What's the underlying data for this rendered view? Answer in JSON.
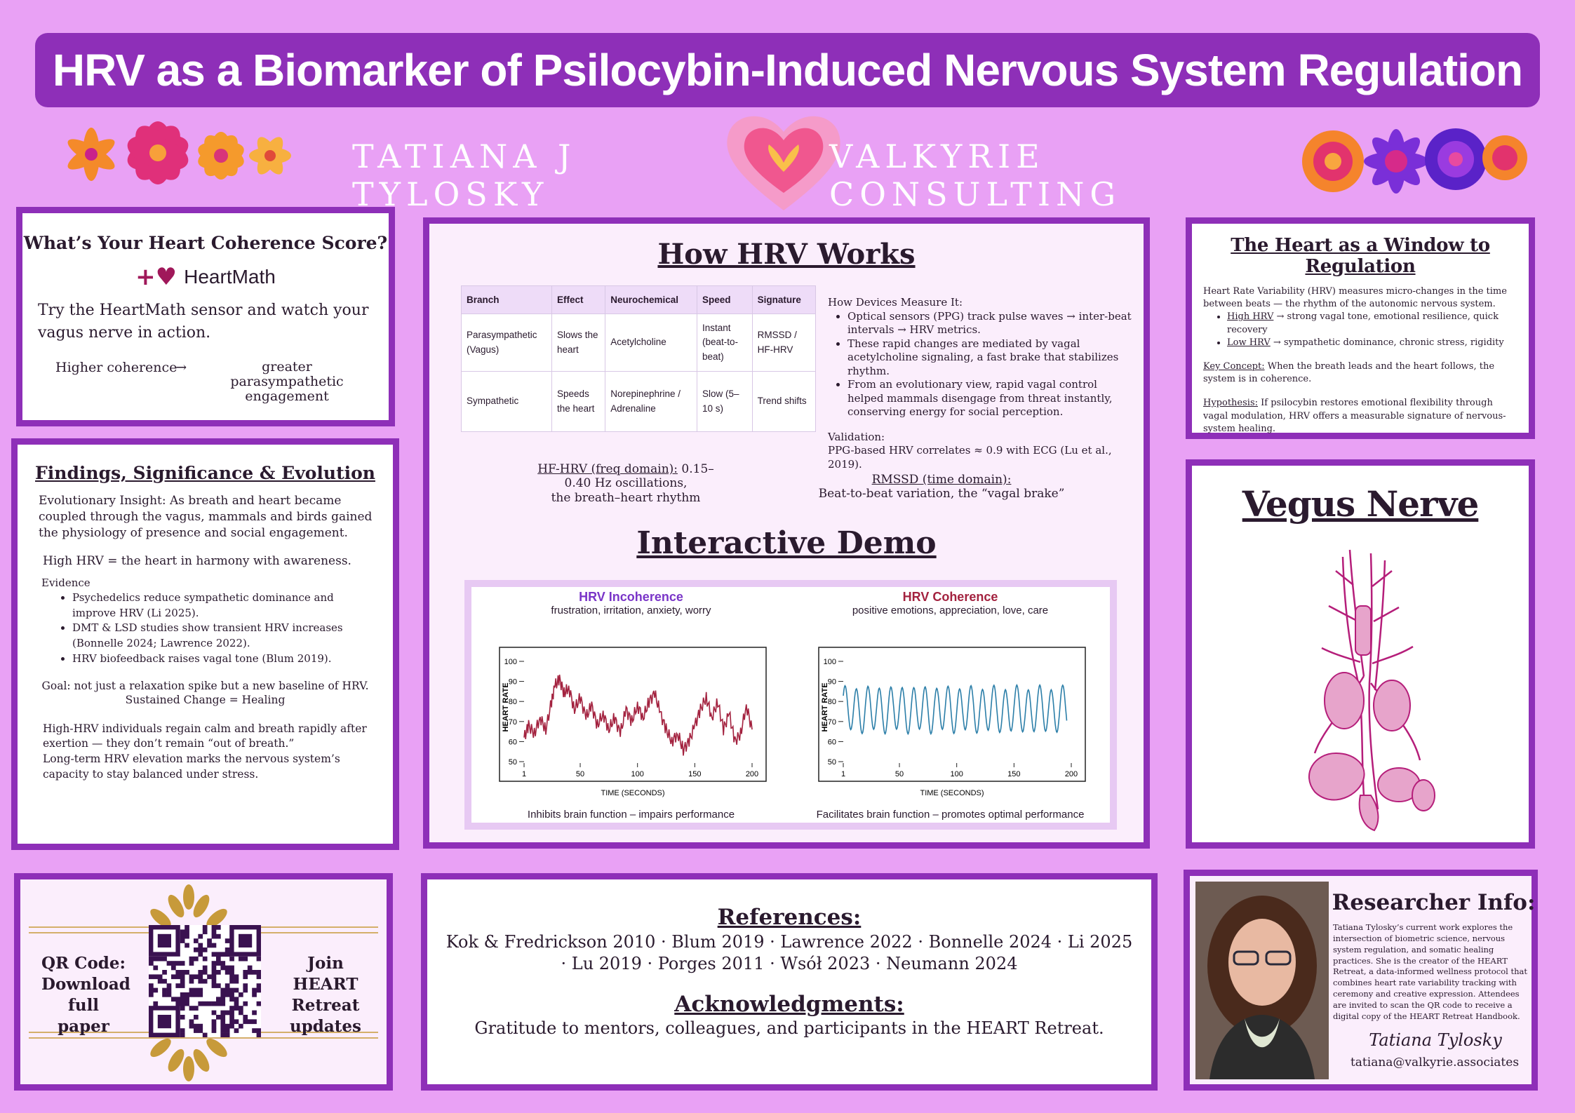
{
  "header": {
    "title": "HRV as a Biomarker of Psilocybin-Induced Nervous System Regulation",
    "author": "TATIANA J TYLOSKY",
    "org": "VALKYRIE CONSULTING"
  },
  "coherence": {
    "heading": "What’s Your Heart Coherence Score?",
    "logo": "HeartMath",
    "body": "Try the HeartMath sensor and watch your vagus nerve in action.",
    "left": "Higher coherence",
    "arrow": "→",
    "right": "greater parasympathetic engagement"
  },
  "findings": {
    "heading": "Findings, Significance & Evolution",
    "insight": "Evolutionary Insight: As breath and heart became coupled through the vagus, mammals and birds gained the physiology of presence and social engagement.",
    "harmony": "High HRV = the heart in harmony with awareness.",
    "evidence_label": "Evidence",
    "evidence": [
      "Psychedelics reduce sympathetic dominance and improve HRV (Li 2025).",
      "DMT & LSD studies show transient HRV increases (Bonnelle 2024; Lawrence 2022).",
      "HRV biofeedback raises vagal tone (Blum 2019)."
    ],
    "goal": "Goal: not just a relaxation spike but a new baseline of HRV.",
    "sustained": "Sustained Change = Healing",
    "p1": "High-HRV individuals regain calm and breath rapidly after exertion — they don’t remain “out of breath.”",
    "p2": "Long-term HRV elevation marks the nervous system’s capacity to stay balanced under stress."
  },
  "how": {
    "heading": "How HRV Works",
    "columns": [
      "Branch",
      "Effect",
      "Neurochemical",
      "Speed",
      "Signature"
    ],
    "rows": [
      [
        "Parasympathetic (Vagus)",
        "Slows the heart",
        "Acetylcholine",
        "Instant (beat-to-beat)",
        "RMSSD / HF-HRV"
      ],
      [
        "Sympathetic",
        "Speeds the heart",
        "Norepinephrine / Adrenaline",
        "Slow (5–10 s)",
        "Trend shifts"
      ]
    ],
    "devices_label": "How Devices Measure It:",
    "devices": [
      "Optical sensors (PPG) track pulse waves → inter-beat intervals → HRV metrics.",
      "These rapid changes are mediated by vagal acetylcholine signaling, a fast brake that stabilizes rhythm.",
      "From an evolutionary view, rapid vagal control helped mammals disengage from threat instantly, conserving energy for social perception."
    ],
    "validation_label": "Validation:",
    "validation": "PPG-based HRV correlates ≈ 0.9 with ECG (Lu et al., 2019).",
    "hf_label": "HF-HRV (freq domain):",
    "hf_text": " 0.15–0.40 Hz oscillations,",
    "hf_text2": "the breath–heart rhythm",
    "rmssd_label": "RMSSD (time domain):",
    "rmssd_text": "Beat-to-beat variation, the “vagal brake”"
  },
  "demo": {
    "heading": "Interactive Demo"
  },
  "chart_data": [
    {
      "type": "line",
      "title": "HRV Incoherence",
      "subtitle": "frustration, irritation, anxiety, worry",
      "xlabel": "TIME (SECONDS)",
      "ylabel": "HEART RATE",
      "xlim": [
        1,
        200
      ],
      "ylim": [
        50,
        100
      ],
      "xticks": [
        1,
        50,
        100,
        150,
        200
      ],
      "yticks": [
        50,
        60,
        70,
        80,
        90,
        100
      ],
      "color": "#a3223f",
      "caption": "Inhibits brain function – impairs performance",
      "x": [
        1,
        5,
        10,
        15,
        20,
        25,
        28,
        32,
        36,
        40,
        45,
        50,
        55,
        60,
        65,
        70,
        75,
        80,
        85,
        90,
        95,
        100,
        105,
        110,
        115,
        120,
        125,
        130,
        135,
        140,
        145,
        150,
        155,
        160,
        165,
        170,
        175,
        180,
        185,
        190,
        195,
        200
      ],
      "values": [
        62,
        68,
        64,
        72,
        66,
        80,
        88,
        91,
        84,
        87,
        76,
        82,
        72,
        78,
        68,
        74,
        66,
        72,
        64,
        76,
        70,
        78,
        72,
        80,
        84,
        74,
        66,
        60,
        64,
        56,
        60,
        68,
        76,
        82,
        72,
        80,
        66,
        74,
        60,
        64,
        78,
        66
      ]
    },
    {
      "type": "line",
      "title": "HRV Coherence",
      "subtitle": "positive emotions, appreciation, love, care",
      "xlabel": "TIME (SECONDS)",
      "ylabel": "HEART RATE",
      "xlim": [
        1,
        200
      ],
      "ylim": [
        50,
        100
      ],
      "xticks": [
        1,
        50,
        100,
        150,
        200
      ],
      "yticks": [
        50,
        60,
        70,
        80,
        90,
        100
      ],
      "color": "#2b7ea8",
      "caption": "Facilitates brain function – promotes optimal performance",
      "period": 10,
      "center": 76,
      "amplitude": 11
    }
  ],
  "heart_window": {
    "heading": "The Heart as a Window to Regulation",
    "intro": "Heart Rate Variability (HRV) measures micro-changes in the time between beats — the rhythm of the autonomic nervous system.",
    "high_label": "High HRV",
    "high_text": " → strong vagal tone, emotional resilience, quick recovery",
    "low_label": "Low HRV",
    "low_text": " → sympathetic dominance, chronic stress, rigidity",
    "key_label": "Key Concept:",
    "key_text": " When the breath leads and the heart follows, the system is in coherence.",
    "hyp_label": "Hypothesis:",
    "hyp_text": " If psilocybin restores emotional flexibility through vagal modulation, HRV offers a measurable signature of nervous-system healing."
  },
  "vagus": {
    "heading": "Vegus Nerve"
  },
  "qr": {
    "left": "QR Code: Download full paper",
    "right": "Join HEART Retreat updates"
  },
  "refs": {
    "heading": "References:",
    "line1": "Kok & Fredrickson 2010 · Blum 2019 · Lawrence 2022 · Bonnelle 2024 · Li 2025",
    "line2": "· Lu 2019 · Porges 2011 · Wsół 2023 · Neumann 2024",
    "ack_heading": "Acknowledgments:",
    "ack": "Gratitude to mentors, colleagues, and participants in the HEART Retreat."
  },
  "researcher": {
    "heading": "Researcher Info:",
    "bio": "Tatiana Tylosky’s current work explores the intersection of biometric science, nervous system regulation, and somatic healing practices. She is the creator of the HEART Retreat, a data-informed wellness protocol that combines heart rate variability tracking with ceremony and creative expression. Attendees are invited to scan the QR code to receive a digital copy of the HEART Retreat Handbook.",
    "signature": "Tatiana Tylosky",
    "email": "tatiana@valkyrie.associates"
  }
}
